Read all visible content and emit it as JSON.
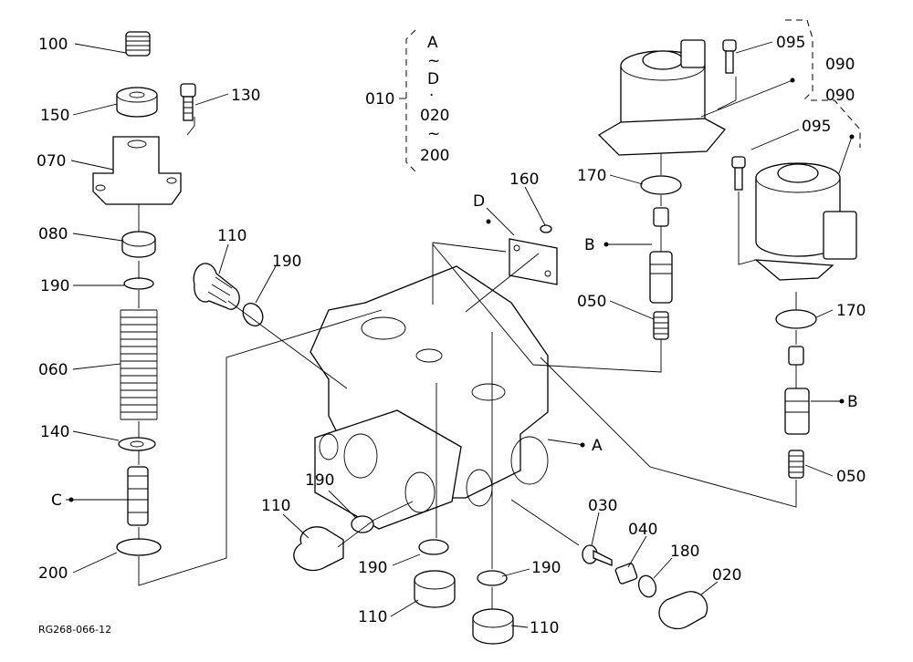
{
  "diagram": {
    "reference_code": "RG268-066-12",
    "range_note": {
      "code": "010",
      "lines": [
        "A",
        "~",
        "D",
        "·",
        "020",
        "~",
        "200"
      ]
    },
    "labels": {
      "p100": "100",
      "p150": "150",
      "p130": "130",
      "p070": "070",
      "p080": "080",
      "p190a": "190",
      "p060": "060",
      "p140": "140",
      "pC": "C",
      "p200": "200",
      "p110a": "110",
      "p190b": "190",
      "p160": "160",
      "pD": "D",
      "p095a": "095",
      "p090a": "090",
      "p090b": "090",
      "p095b": "095",
      "p170a": "170",
      "pBa": "B",
      "p050a": "050",
      "p170b": "170",
      "pBb": "B",
      "p050b": "050",
      "pA": "A",
      "p190c": "190",
      "p110b": "110",
      "p190d": "190",
      "p110c": "110",
      "p190e": "190",
      "p110d": "110",
      "p030": "030",
      "p040": "040",
      "p180": "180",
      "p020": "020"
    }
  }
}
